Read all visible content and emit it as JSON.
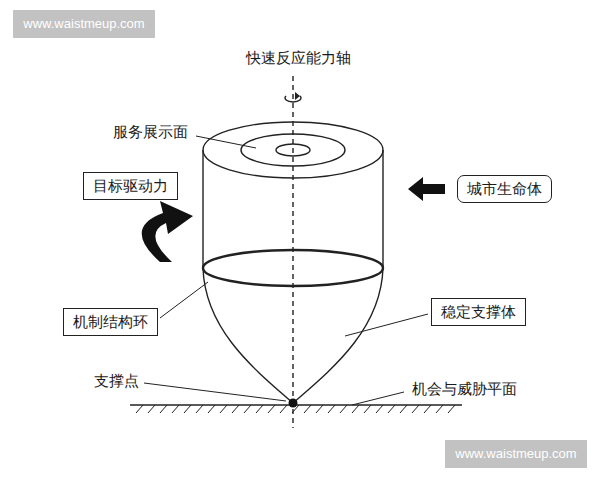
{
  "diagram": {
    "nodes": [
      {
        "text": [
          "目标驱动力"
        ]
      },
      {
        "text": [
          "城市生命体"
        ]
      },
      {
        "text": [
          "机制结构环"
        ]
      },
      {
        "text": [
          "稳定支撑体"
        ]
      }
    ],
    "labels": [
      "快速反应能力轴",
      "服务展示面",
      "支撑点",
      "机会与威胁平面",
      "www.waistmeup.com",
      "www.waistmeup.com"
    ]
  }
}
